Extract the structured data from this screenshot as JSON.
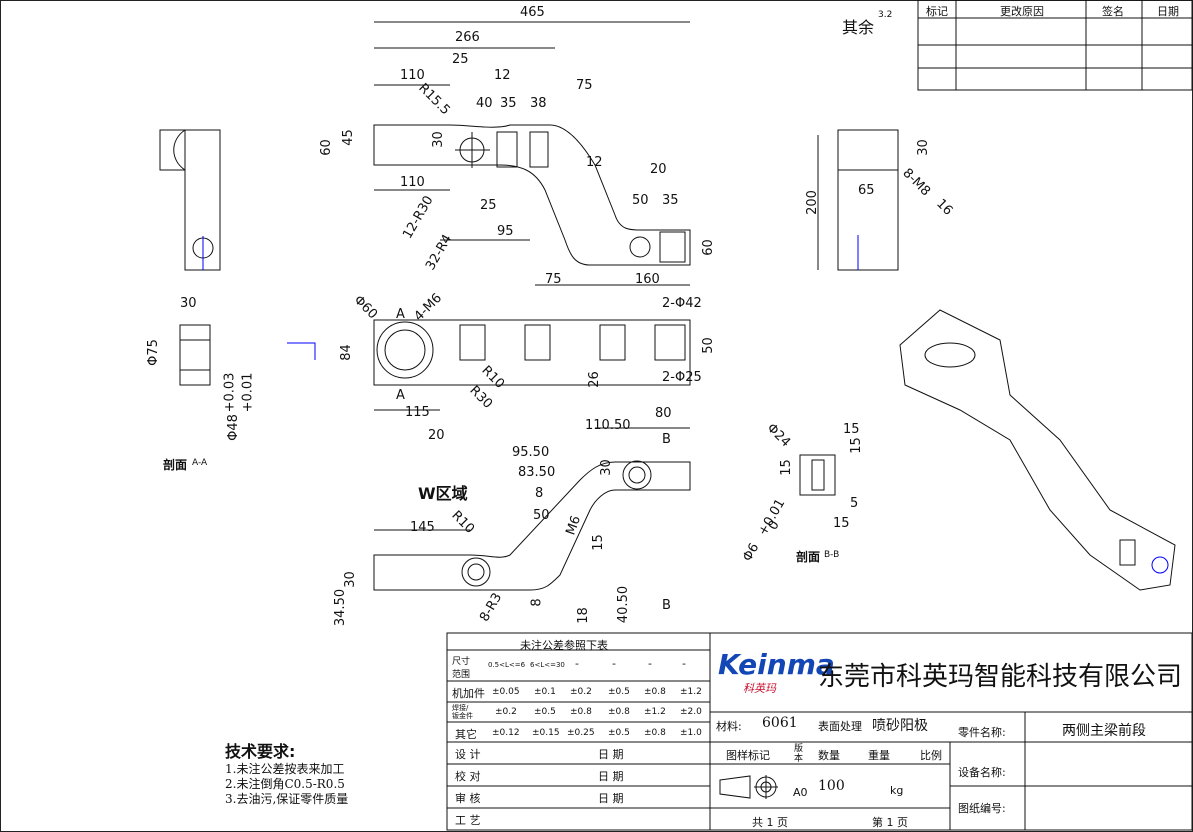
{
  "surface_roughness": {
    "prefix": "其余",
    "value": "3.2"
  },
  "revision_table": {
    "headers": [
      "标记",
      "更改原因",
      "签名",
      "日期"
    ]
  },
  "front_view": {
    "dims": [
      "465",
      "266",
      "110",
      "25",
      "12",
      "75",
      "R15.5",
      "40",
      "35",
      "38",
      "45",
      "30",
      "60",
      "12",
      "110",
      "20",
      "12-R30",
      "25",
      "32-R4",
      "95",
      "50",
      "35",
      "60",
      "75",
      "160"
    ]
  },
  "side_view_right": {
    "dims": [
      "30",
      "8-M8",
      "16",
      "200",
      "65"
    ]
  },
  "top_view": {
    "dims": [
      "Φ60",
      "4-M6",
      "A",
      "2-Φ42",
      "84",
      "50",
      "R10",
      "26",
      "2-Φ25",
      "R30",
      "A",
      "115",
      "20"
    ]
  },
  "section_aa": {
    "dims": [
      "30",
      "Φ75",
      "Φ48",
      "+0.03",
      "+0.01"
    ],
    "label": "剖面",
    "label_tag": "A-A"
  },
  "bottom_view": {
    "dims": [
      "110.50",
      "80",
      "B",
      "95.50",
      "83.50",
      "30",
      "8",
      "50",
      "M6",
      "R10",
      "145",
      "15",
      "30",
      "34.50",
      "8-R3",
      "8",
      "18",
      "40.50",
      "B"
    ],
    "zone_label": "W区域"
  },
  "section_bb": {
    "dims": [
      "Φ24",
      "15",
      "15",
      "15",
      "5",
      "15",
      "+0.01",
      "0",
      "Φ6"
    ],
    "label": "剖面",
    "label_tag": "B-B"
  },
  "tolerance_table": {
    "title": "未注公差参照下表",
    "header": [
      "尺寸\n范围",
      "0.5<L<=6",
      "6<L<=30",
      "-",
      "-",
      "-",
      "-"
    ],
    "rows": [
      [
        "机加件",
        "±0.05",
        "±0.1",
        "±0.2",
        "±0.5",
        "±0.8",
        "±1.2"
      ],
      [
        "焊接/\n钣金件",
        "±0.2",
        "±0.5",
        "±0.8",
        "±0.8",
        "±1.2",
        "±2.0"
      ],
      [
        "其它",
        "±0.12",
        "±0.15",
        "±0.25",
        "±0.5",
        "±0.8",
        "±1.0"
      ]
    ],
    "sign_rows": [
      {
        "label": "设 计",
        "date_label": "日 期"
      },
      {
        "label": "校 对",
        "date_label": "日 期"
      },
      {
        "label": "审 核",
        "date_label": "日 期"
      },
      {
        "label": "工 艺",
        "date_label": ""
      }
    ]
  },
  "title_block": {
    "logo_text": "Keinma",
    "logo_cn": "科英玛",
    "company": "东莞市科英玛智能科技有限公司",
    "material_label": "材料:",
    "material_value": "6061",
    "surface_label": "表面处理",
    "surface_value": "喷砂阳极",
    "part_name_label": "零件名称:",
    "part_name_value": "两侧主梁前段",
    "pattern_mark_label": "图样标记",
    "version_label": "版本",
    "quantity_label": "数量",
    "weight_label": "重量",
    "scale_label": "比例",
    "version_value": "A0",
    "quantity_value": "100",
    "weight_unit": "kg",
    "device_name_label": "设备名称:",
    "drawing_no_label": "图纸编号:",
    "total_pages": "共 1 页",
    "page_no": "第 1 页"
  },
  "tech_requirements": {
    "title": "技术要求:",
    "items": [
      "1.未注公差按表来加工",
      "2.未注倒角C0.5-R0.5",
      "3.去油污,保证零件质量"
    ]
  }
}
